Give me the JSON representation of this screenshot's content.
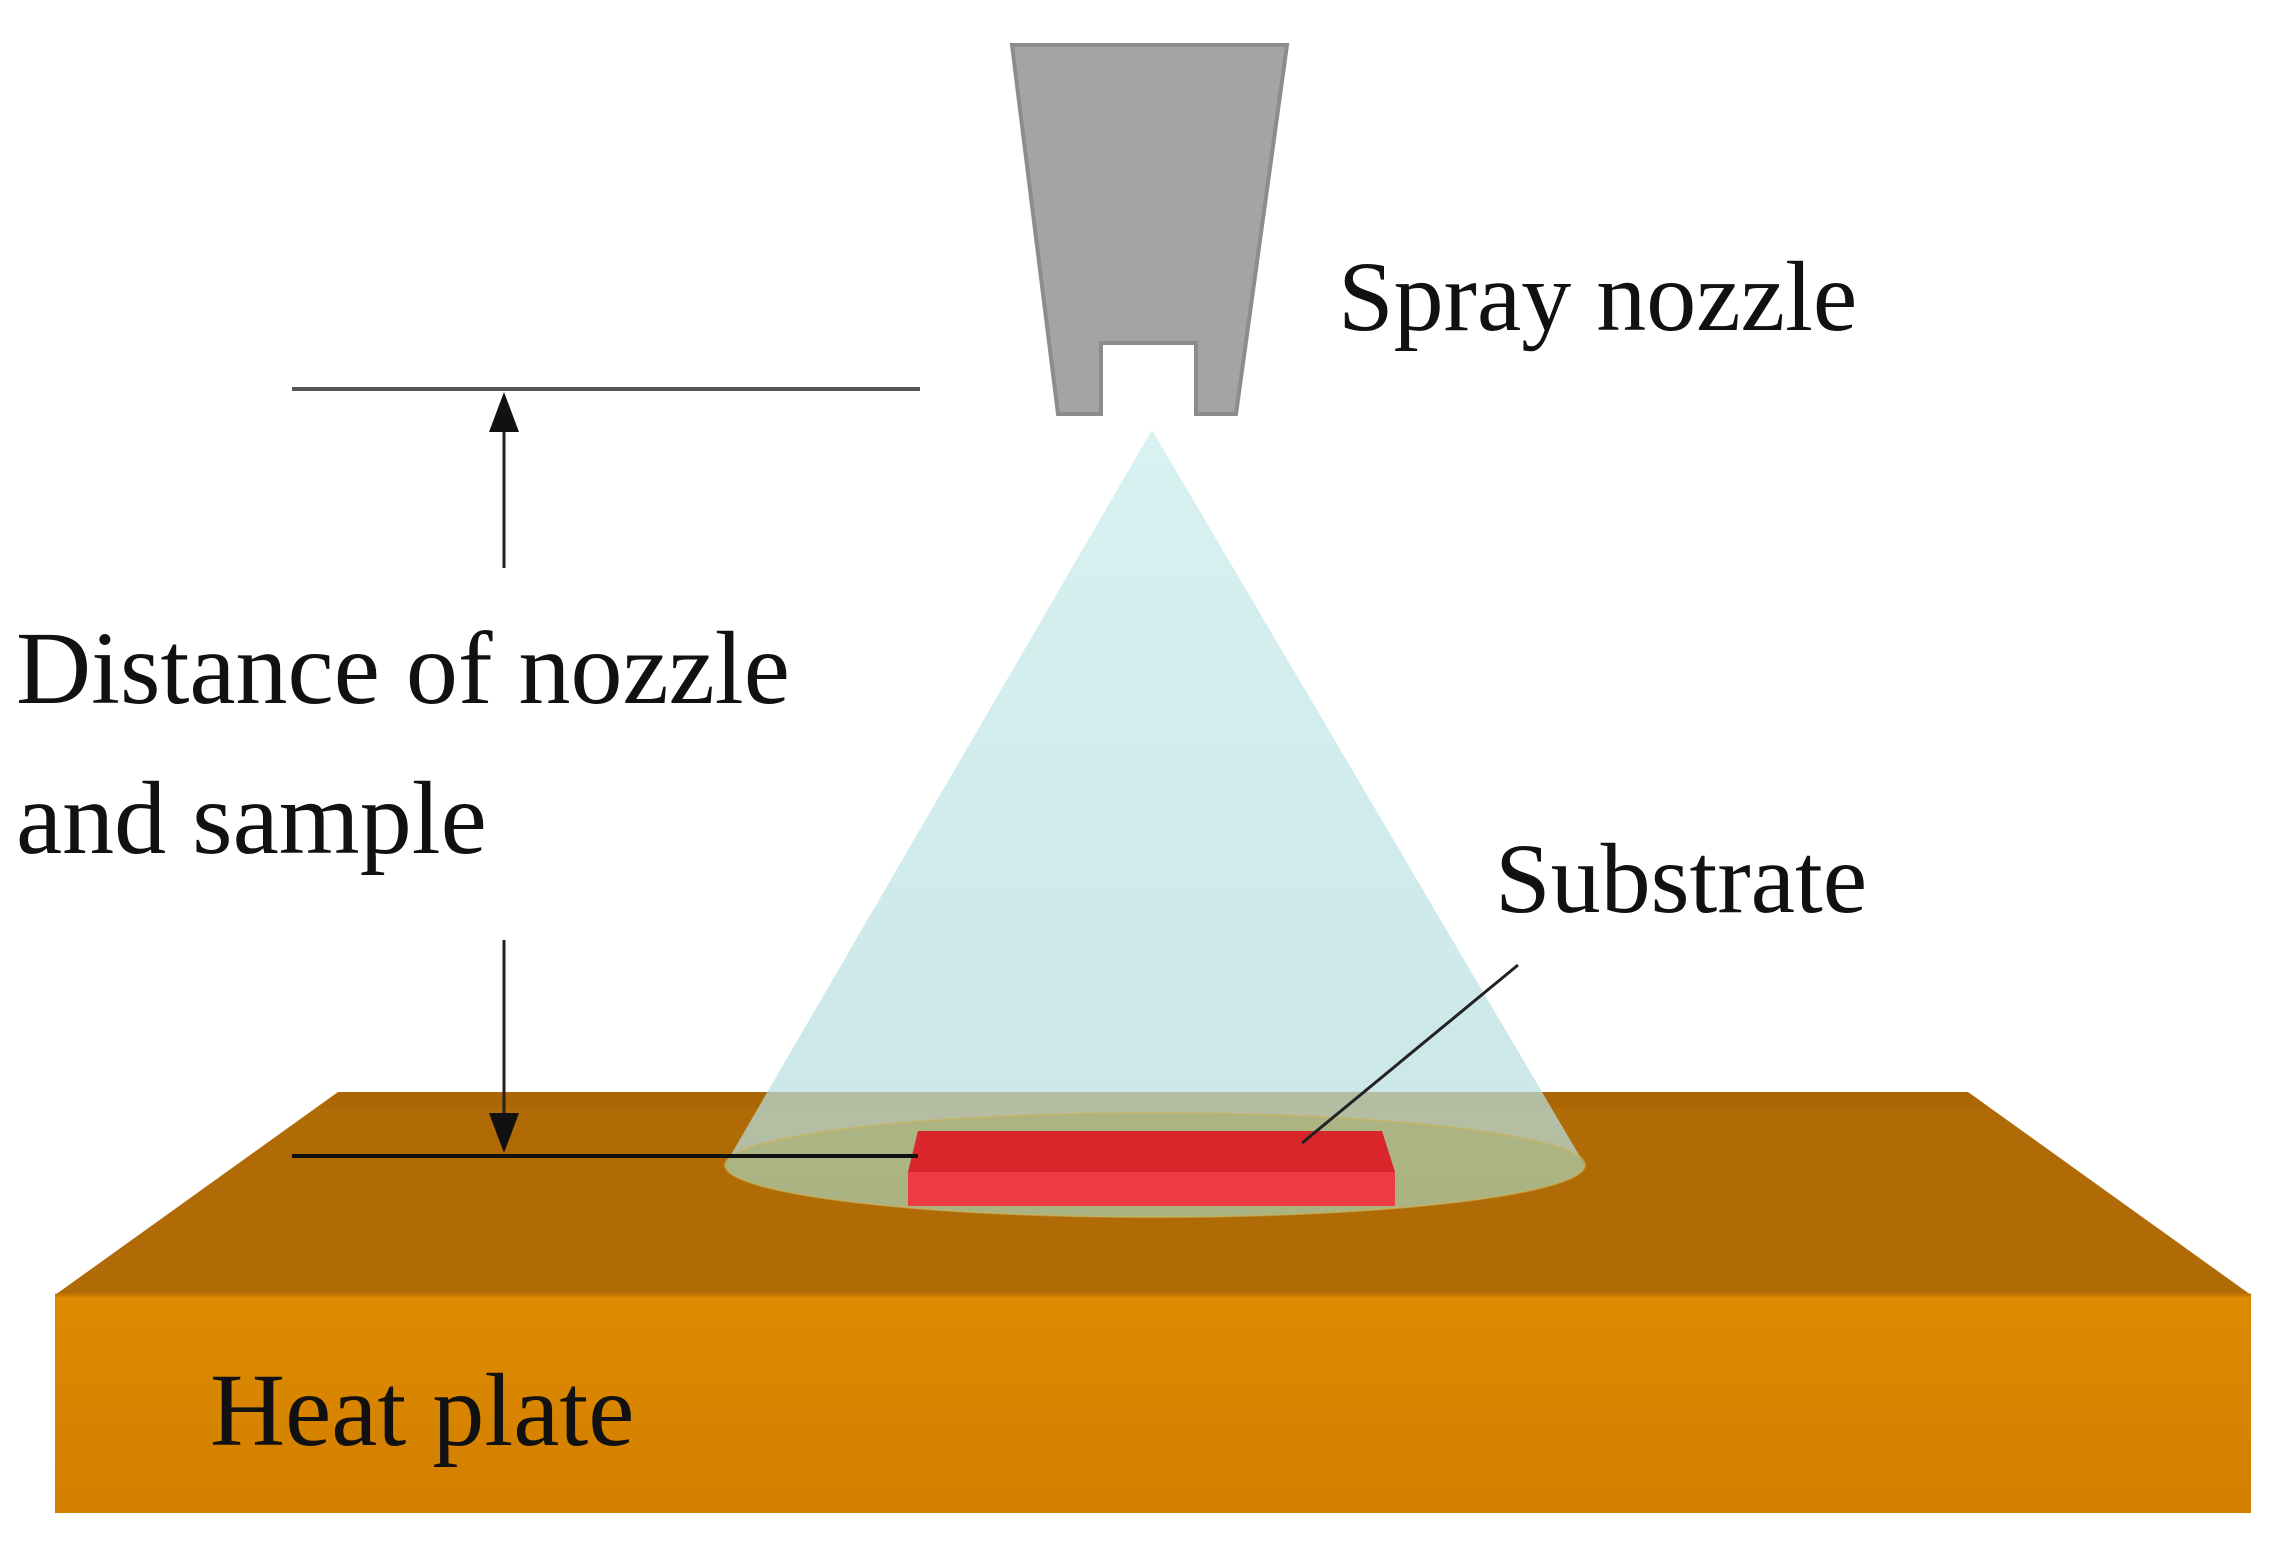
{
  "labels": {
    "spray_nozzle": "Spray nozzle",
    "distance_line1": "Distance of nozzle",
    "distance_line2": "and sample",
    "substrate": "Substrate",
    "heat_plate": "Heat plate"
  },
  "colors": {
    "nozzle": "#a4a4a4",
    "nozzle_stroke": "#7a7a7a",
    "spray_cone": "#bde3e3",
    "heat_plate_top": "#b06a06",
    "heat_plate_front": "#d98400",
    "heat_plate_side": "#b86d00",
    "substrate": "#e8353a",
    "text": "#111111"
  }
}
